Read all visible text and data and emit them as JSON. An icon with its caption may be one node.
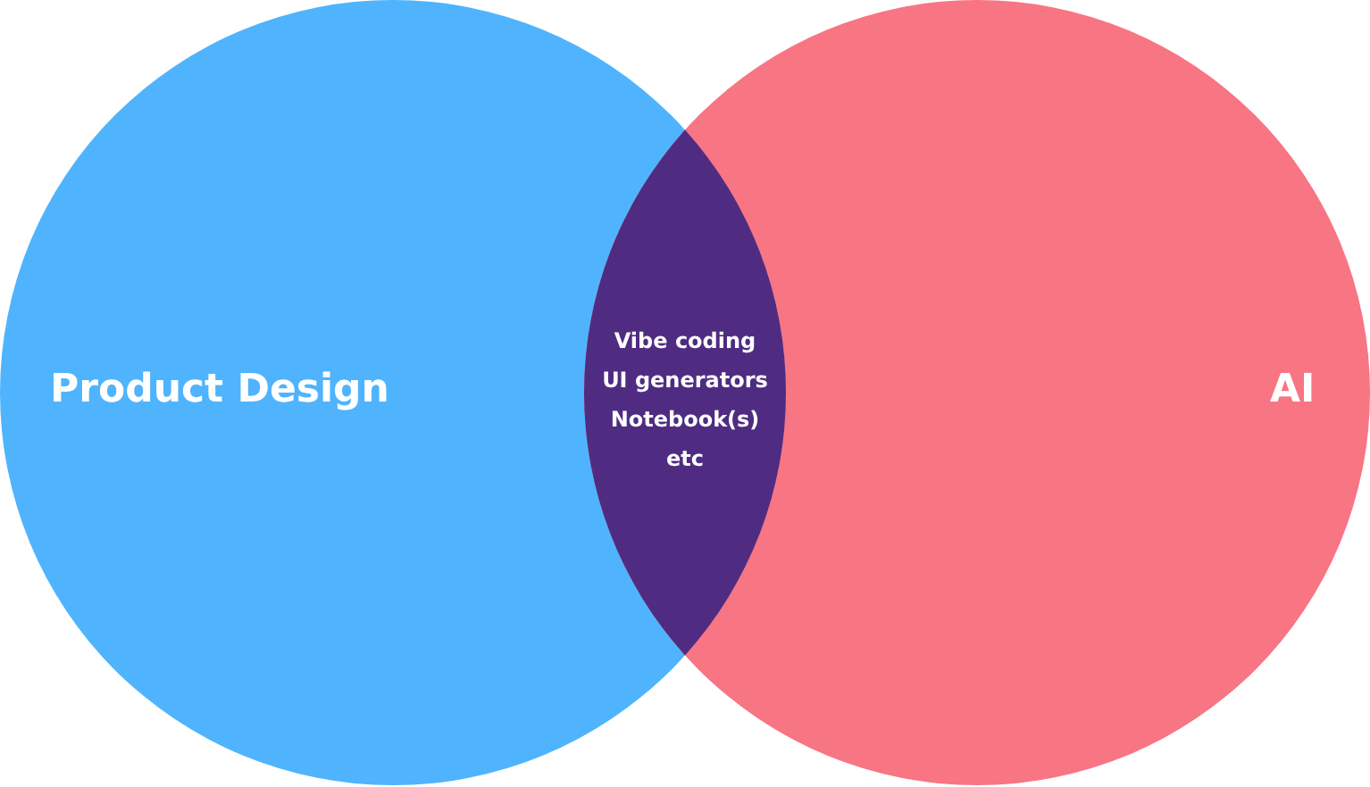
{
  "diagram": {
    "nodes": [
      {
        "text": [
          "Product Design"
        ]
      },
      {
        "text": [
          "AI"
        ]
      },
      {
        "text": [
          "Vibe coding",
          "UI generators",
          "Notebook(s)",
          "etc"
        ]
      }
    ]
  }
}
